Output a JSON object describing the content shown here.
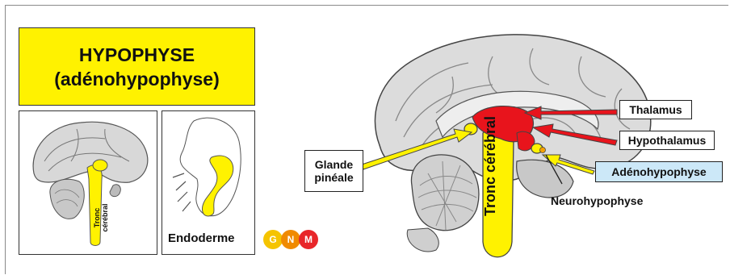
{
  "title": {
    "line1": "HYPOPHYSE",
    "line2": "(adénohypophyse)"
  },
  "small_panel": {
    "stem_label": "Tronc cérébral"
  },
  "embryo_panel": {
    "label": "Endoderme"
  },
  "logo": {
    "letters": [
      "G",
      "N",
      "M"
    ],
    "colors": [
      "#f5c400",
      "#f08a00",
      "#e8262a"
    ]
  },
  "main_diagram": {
    "stem_label": "Tronc cérébral",
    "labels": {
      "thalamus": "Thalamus",
      "hypothalamus": "Hypothalamus",
      "adenohypophyse": "Adénohypophyse",
      "neurohypophyse": "Neurohypophyse",
      "glande_pineale_1": "Glande",
      "glande_pineale_2": "pinéale"
    }
  },
  "colors": {
    "yellow": "#fff200",
    "red": "#e8141c",
    "blue_box": "#cce8f8"
  }
}
